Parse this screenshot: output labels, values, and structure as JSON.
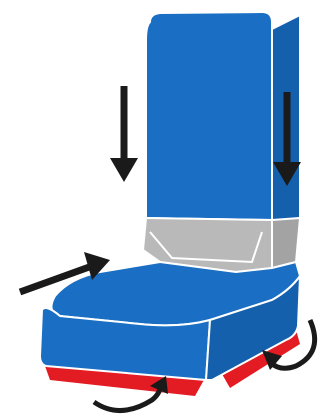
{
  "colors": {
    "upholstery": "#1a6fc4",
    "upholstery_dark": "#1560ad",
    "outline": "#ffffff",
    "lumbar_panel": "#b9b9b9",
    "rail": "#e31b23",
    "arrow": "#1a1a1a"
  },
  "parts": {
    "backrest": "backrest",
    "headrest_side": "backrest-side",
    "lumbar_panel": "lumbar-panel",
    "seat_cushion": "seat-cushion",
    "rails": "floor-rails"
  },
  "arrows": [
    {
      "name": "arrow-down-left",
      "direction": "down",
      "icon": "down-arrow-icon"
    },
    {
      "name": "arrow-down-right",
      "direction": "down",
      "icon": "down-arrow-icon"
    },
    {
      "name": "arrow-push-back",
      "direction": "up-right",
      "icon": "diagonal-arrow-icon"
    },
    {
      "name": "arrow-rotate-front",
      "direction": "curved",
      "icon": "curved-arrow-icon"
    },
    {
      "name": "arrow-rotate-right",
      "direction": "curved",
      "icon": "curved-arrow-icon"
    }
  ]
}
